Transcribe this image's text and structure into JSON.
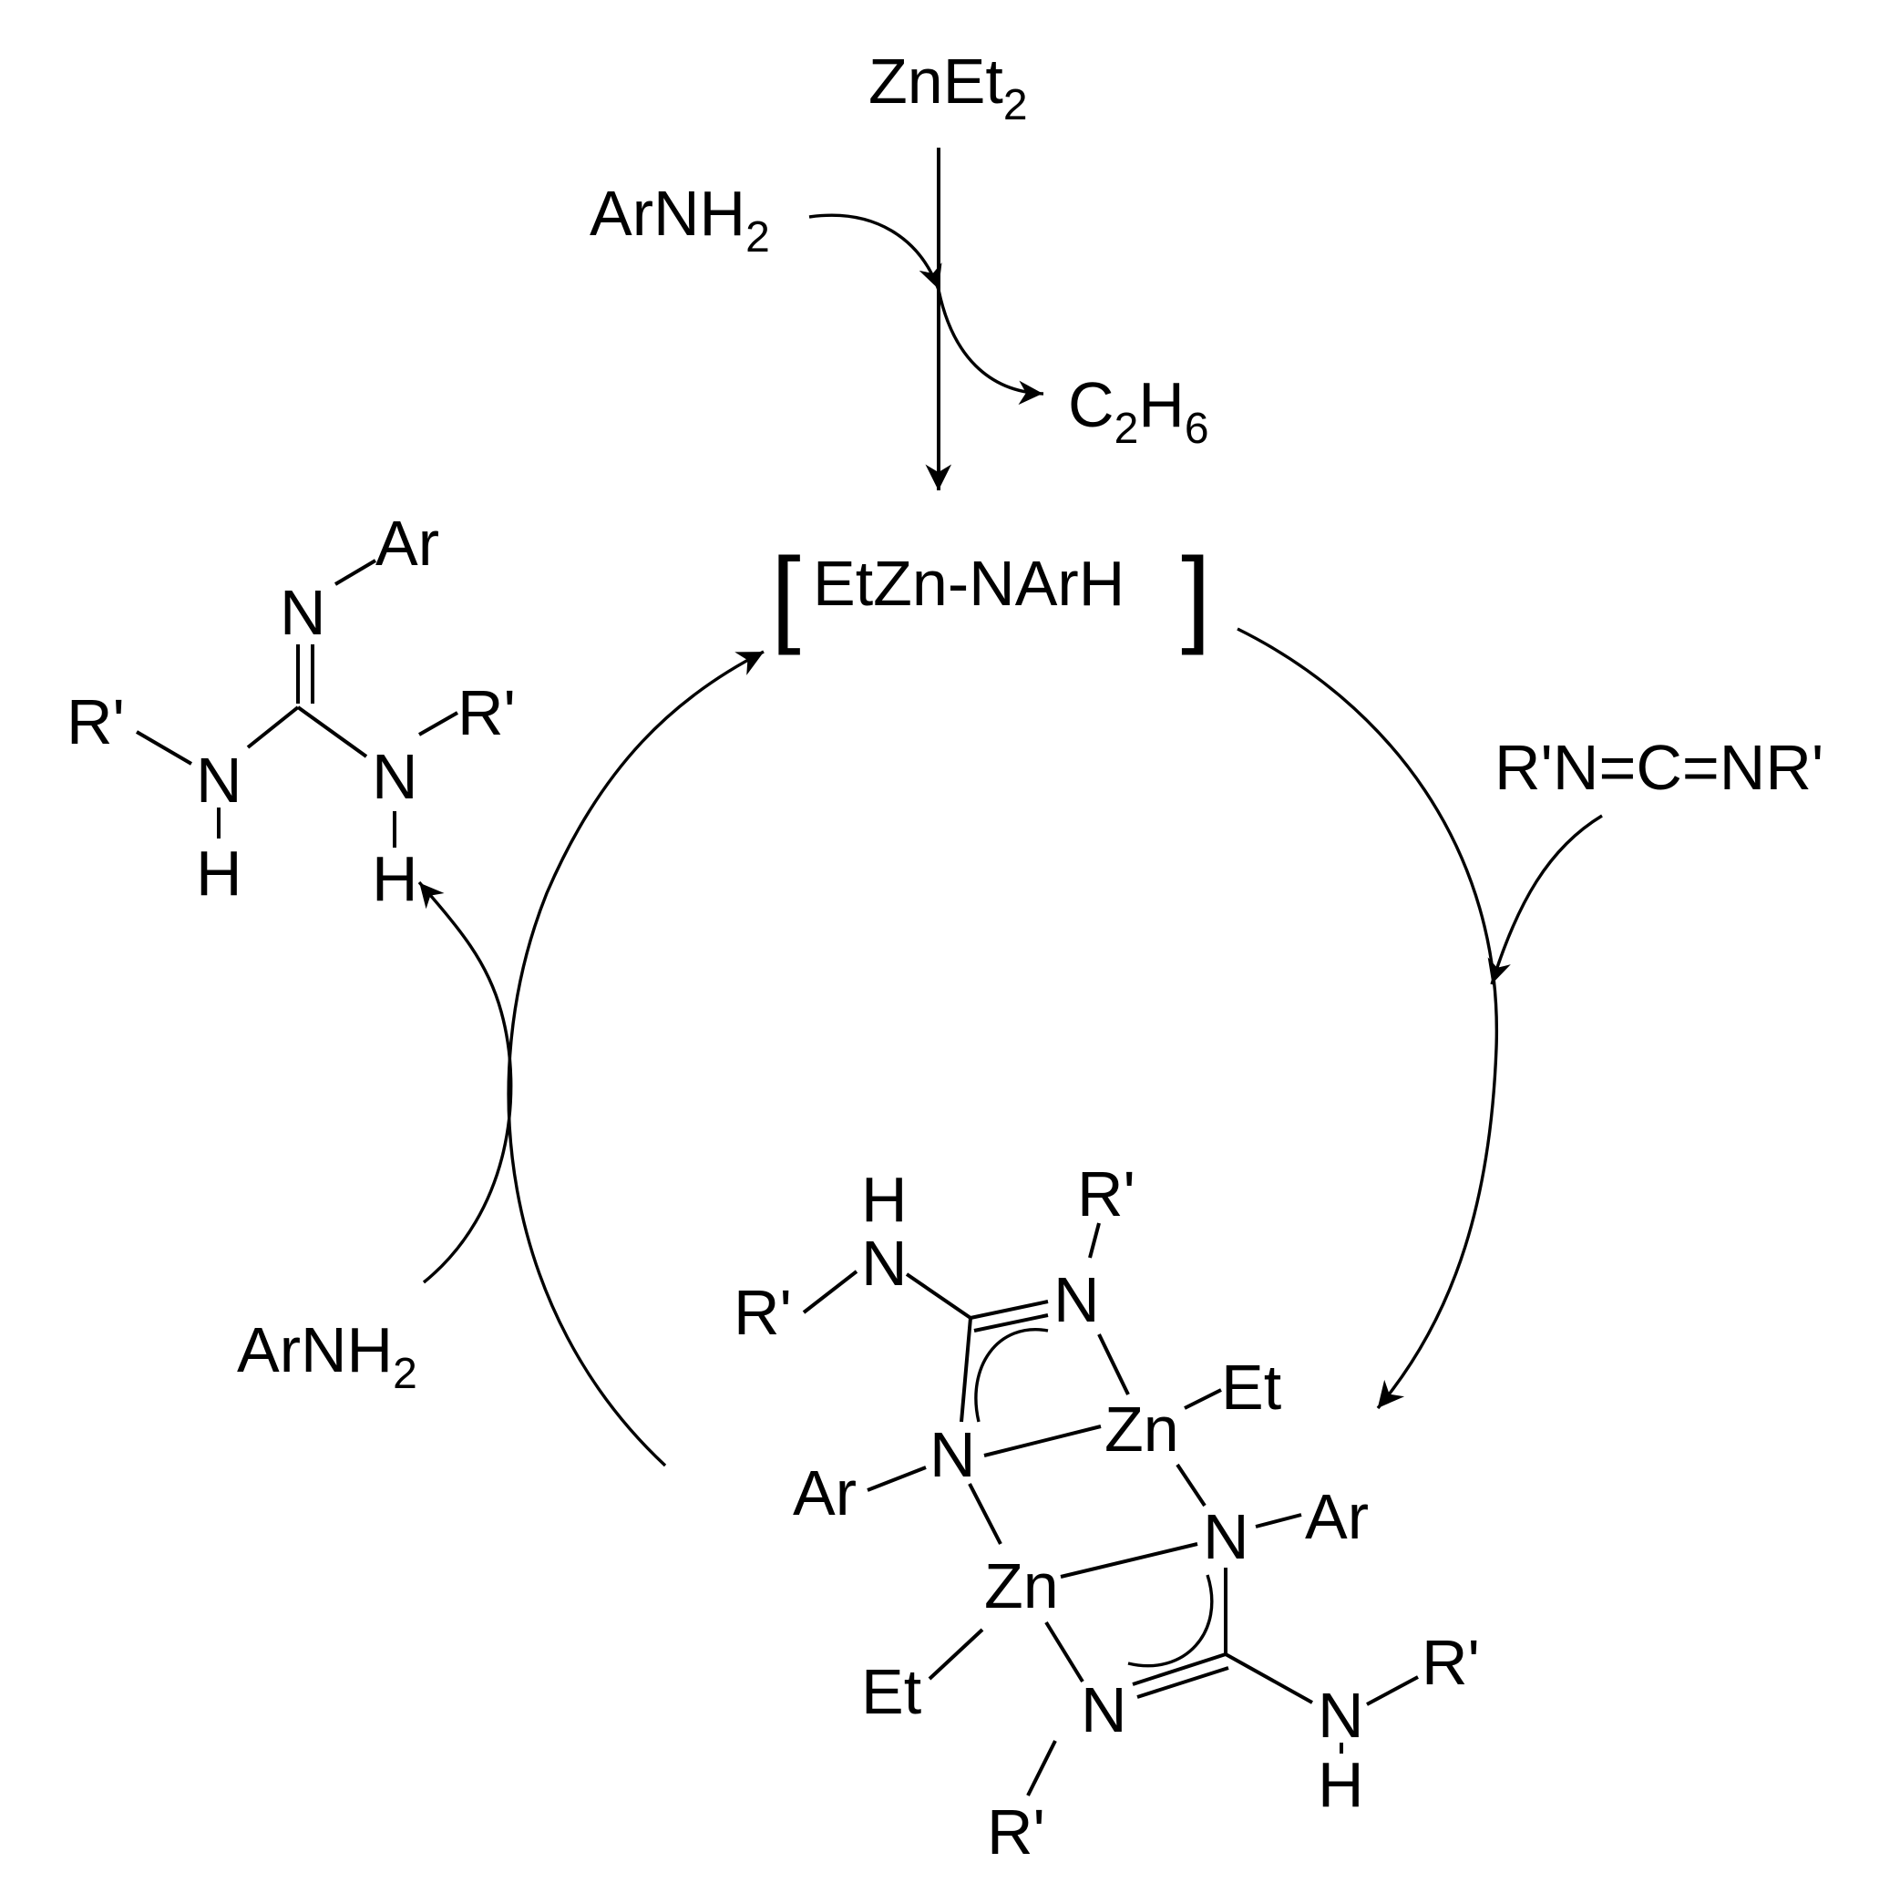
{
  "scheme": {
    "reagent_top": {
      "main": "ZnEt",
      "sub": "2"
    },
    "reagent_amine_top": {
      "main": "ArNH",
      "sub": "2"
    },
    "byproduct": {
      "c": "C",
      "c_sub": "2",
      "h": "H",
      "h_sub": "6"
    },
    "intermediate": {
      "bracket_left": "[",
      "text": "EtZn-NArH",
      "bracket_right": "]"
    },
    "carbodiimide": "R'N=C=NR'",
    "reagent_amine_left": {
      "main": "ArNH",
      "sub": "2"
    },
    "product_guanidine": {
      "ar": "Ar",
      "n_imine": "N",
      "r_left": "R'",
      "n_left": "N",
      "h_left": "H",
      "r_right": "R'",
      "n_right": "N",
      "h_right": "H"
    },
    "dimer_complex": {
      "top_h": "H",
      "top_nh": "N",
      "top_r_left": "R'",
      "top_r_up": "R'",
      "top_n_right": "N",
      "zn_upper": "Zn",
      "et_upper": "Et",
      "ar_left": "Ar",
      "n_left": "N",
      "n_right": "N",
      "ar_right": "Ar",
      "zn_lower": "Zn",
      "et_lower": "Et",
      "bottom_n": "N",
      "bottom_r_left": "R'",
      "bottom_nh": "N",
      "bottom_h": "H",
      "bottom_r_right": "R'"
    }
  }
}
